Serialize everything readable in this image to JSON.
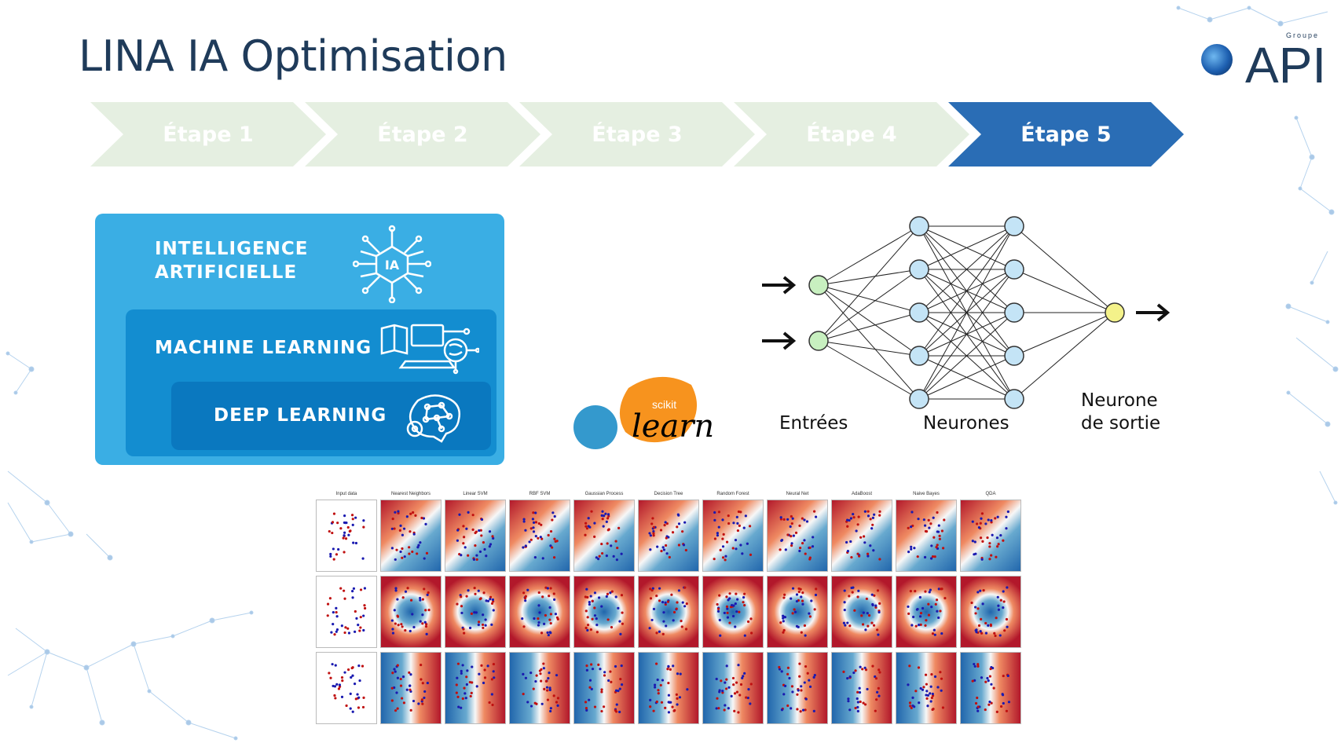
{
  "slide": {
    "title": "LINA IA Optimisation"
  },
  "logo": {
    "brand": "API",
    "super": "Groupe"
  },
  "steps": [
    {
      "label": "Étape 1",
      "active": false
    },
    {
      "label": "Étape 2",
      "active": false
    },
    {
      "label": "Étape 3",
      "active": false
    },
    {
      "label": "Étape 4",
      "active": false
    },
    {
      "label": "Étape 5",
      "active": true
    }
  ],
  "ai_diagram": {
    "ai_label_line1": "INTELLIGENCE",
    "ai_label_line2": "ARTIFICIELLE",
    "ai_icon_text": "IA",
    "ml_label": "MACHINE LEARNING",
    "dl_label": "DEEP LEARNING"
  },
  "scikit": {
    "small": "scikit",
    "big": "learn"
  },
  "neural_net": {
    "inputs_label": "Entrées",
    "neurons_label": "Neurones",
    "output_label_line1": "Neurone",
    "output_label_line2": "de sortie"
  },
  "classifier_grid": {
    "columns": [
      "Input data",
      "Nearest Neighbors",
      "Linear SVM",
      "RBF SVM",
      "Gaussian Process",
      "Decision Tree",
      "Random Forest",
      "Neural Net",
      "AdaBoost",
      "Naive Bayes",
      "QDA"
    ],
    "rows": 3
  },
  "colors": {
    "title": "#1f3b5a",
    "step_active": "#2a6db5",
    "step_inactive": "#e5efe1",
    "ai_panel": "#3aaee4",
    "ml_panel": "#138dd0",
    "dl_panel": "#0a78bf"
  }
}
